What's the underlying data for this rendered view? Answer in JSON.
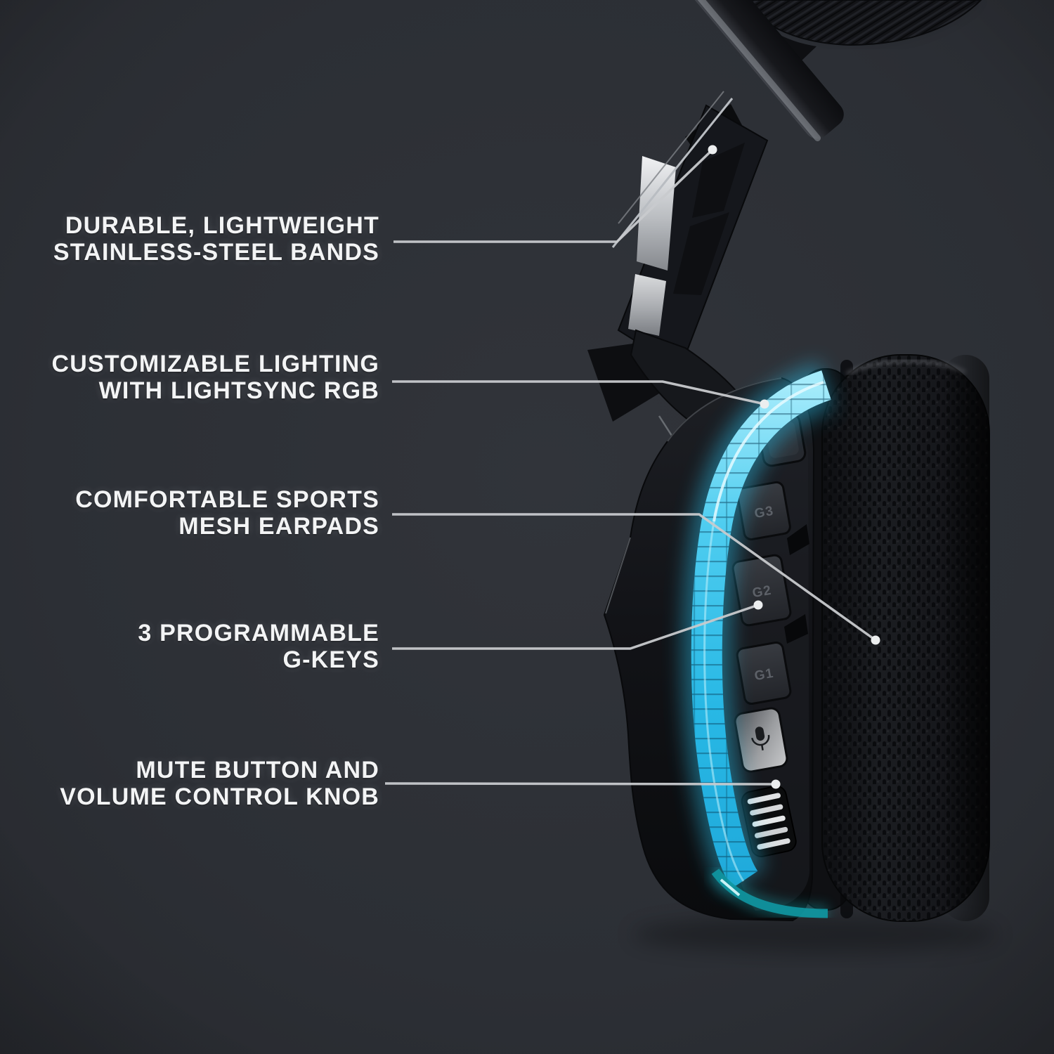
{
  "image_type": "product-feature-callout-diagram",
  "background": {
    "color": "#2d3036"
  },
  "accent": {
    "lightsync_cyan": "#35c3ea",
    "leader_line": "#c8cacd",
    "label_text": "#f3f4f5"
  },
  "callouts": [
    {
      "id": "stainless-steel-bands",
      "lines": [
        "DURABLE, LIGHTWEIGHT",
        "STAINLESS-STEEL BANDS"
      ]
    },
    {
      "id": "lightsync-rgb",
      "lines": [
        "CUSTOMIZABLE LIGHTING",
        "WITH LIGHTSYNC RGB"
      ]
    },
    {
      "id": "mesh-earpads",
      "lines": [
        "COMFORTABLE SPORTS",
        "MESH EARPADS"
      ]
    },
    {
      "id": "g-keys",
      "lines": [
        "3 PROGRAMMABLE",
        "G-KEYS"
      ]
    },
    {
      "id": "mute-volume",
      "lines": [
        "MUTE BUTTON AND",
        "VOLUME CONTROL KNOB"
      ]
    }
  ],
  "headset": {
    "subject": "black wireless gaming headset, left earcup side view with cyan RGB light strip",
    "g_key_labels": [
      "G3",
      "G2",
      "G1"
    ]
  }
}
